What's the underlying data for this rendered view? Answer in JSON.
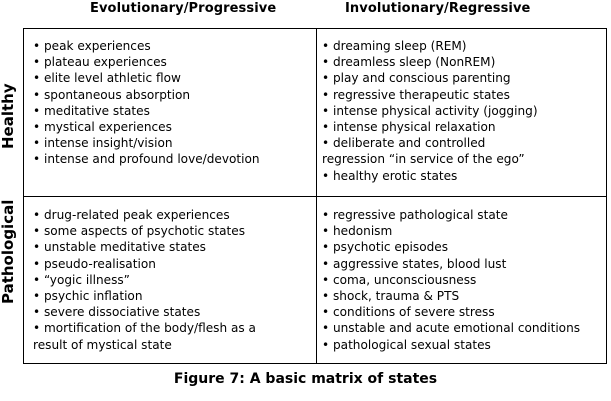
{
  "columns": [
    "Evolutionary/Progressive",
    "Involutionary/Regressive"
  ],
  "rows": [
    "Healthy",
    "Pathological"
  ],
  "cells": [
    [
      [
        "• peak experiences",
        "• plateau experiences",
        "• elite level athletic flow",
        "• spontaneous absorption",
        "• meditative states",
        "• mystical experiences",
        "• intense insight/vision",
        "• intense and profound love/devotion"
      ],
      [
        "• dreaming sleep (REM)",
        "• dreamless sleep (NonREM)",
        "• play and conscious parenting",
        "• regressive therapeutic states",
        "• intense physical activity (jogging)",
        "• intense physical relaxation",
        "• deliberate and controlled",
        "regression “in service of the ego”",
        "• healthy erotic states"
      ]
    ],
    [
      [
        "• drug-related peak experiences",
        "• some aspects of psychotic states",
        "• unstable meditative states",
        "• pseudo-realisation",
        "• “yogic illness”",
        "• psychic inflation",
        "• severe dissociative states",
        "• mortification of the body/flesh as a",
        "result of mystical state"
      ],
      [
        "• regressive pathological state",
        "• hedonism",
        "• psychotic episodes",
        "• aggressive states, blood lust",
        "• coma, unconsciousness",
        "• shock, trauma & PTS",
        "• conditions of severe stress",
        "• unstable and acute emotional conditions",
        "• pathological sexual states"
      ]
    ]
  ],
  "caption": "Figure 7: A basic matrix of states"
}
